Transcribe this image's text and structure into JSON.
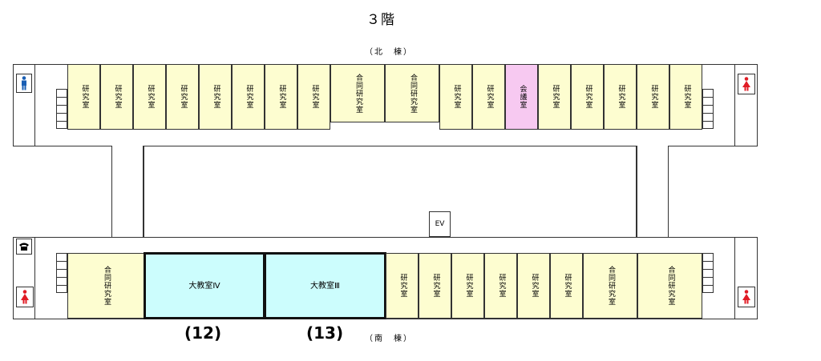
{
  "floor_title": "３階",
  "north_label": "（北　棟）",
  "south_label": "（南　棟）",
  "north_rooms": [
    "研究室",
    "研究室",
    "研究室",
    "研究室",
    "研究室",
    "研究室",
    "研究室",
    "研究室",
    "合同研究室",
    "合同研究室",
    "研究室",
    "研究室",
    "会議室",
    "研究室",
    "研究室",
    "研究室",
    "研究室",
    "研究室"
  ],
  "south_rooms": [
    "合同研究室",
    "大教室Ⅳ",
    "大教室Ⅲ",
    "研究室",
    "研究室",
    "研究室",
    "研究室",
    "研究室",
    "研究室",
    "合同研究室",
    "合同研究室"
  ],
  "ev_label": "EV",
  "classroom_numbers": [
    "(12)",
    "(13)"
  ],
  "icons": {
    "north_left": "male-restroom-icon",
    "north_right": "female-restroom-icon",
    "south_left_top": "telephone-icon",
    "south_left_bottom": "female-restroom-icon",
    "south_right": "female-restroom-icon"
  },
  "colors": {
    "office": "#fdfdd0",
    "meeting_room": "#f7c9f1",
    "classroom": "#ccfdfd",
    "male": "#1a5fb4",
    "female": "#e01b24"
  }
}
